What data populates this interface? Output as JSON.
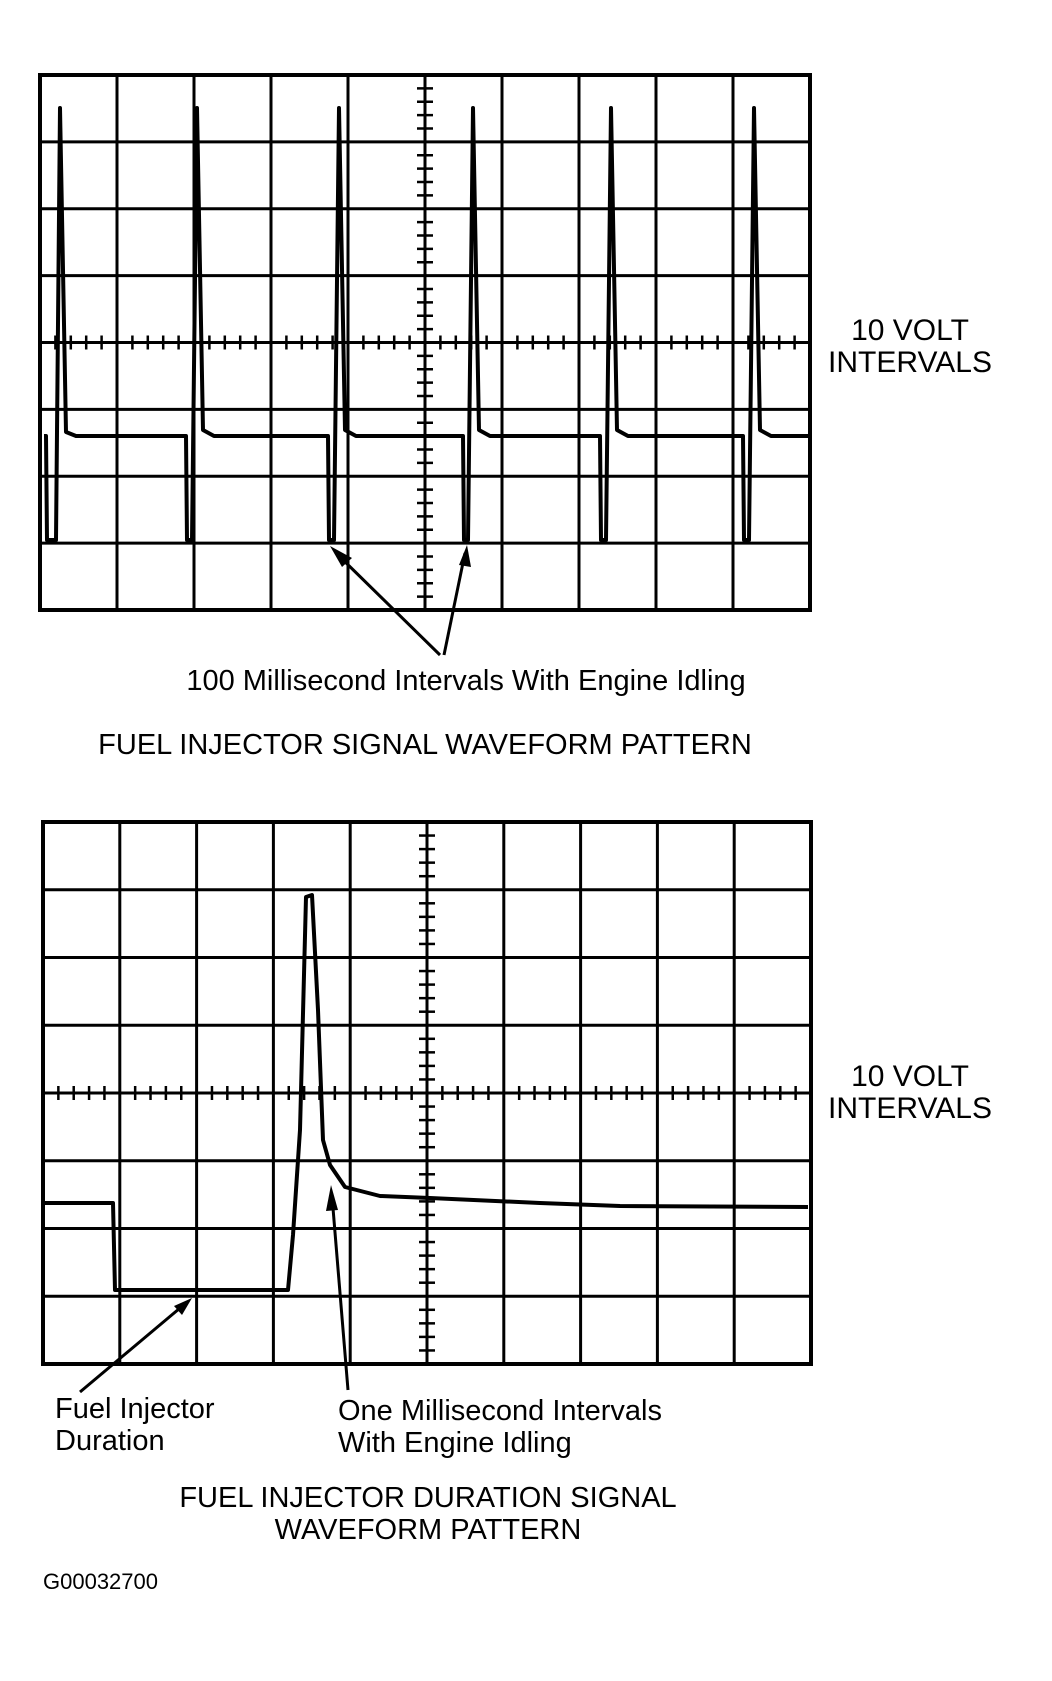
{
  "scope1": {
    "side_label_line1": "10 VOLT",
    "side_label_line2": "INTERVALS",
    "callout": "100 Millisecond Intervals With Engine Idling",
    "title": "FUEL INJECTOR SIGNAL WAVEFORM PATTERN",
    "grid_columns": 10,
    "grid_rows": 8
  },
  "scope2": {
    "side_label_line1": "10 VOLT",
    "side_label_line2": "INTERVALS",
    "callout_left_line1": "Fuel Injector",
    "callout_left_line2": "Duration",
    "callout_right_line1": "One Millisecond Intervals",
    "callout_right_line2": "With Engine Idling",
    "title_line1": "FUEL INJECTOR DURATION SIGNAL",
    "title_line2": "WAVEFORM PATTERN",
    "grid_columns": 10,
    "grid_rows": 8
  },
  "figure_id": "G00032700",
  "colors": {
    "ink": "#000000",
    "paper": "#ffffff"
  }
}
